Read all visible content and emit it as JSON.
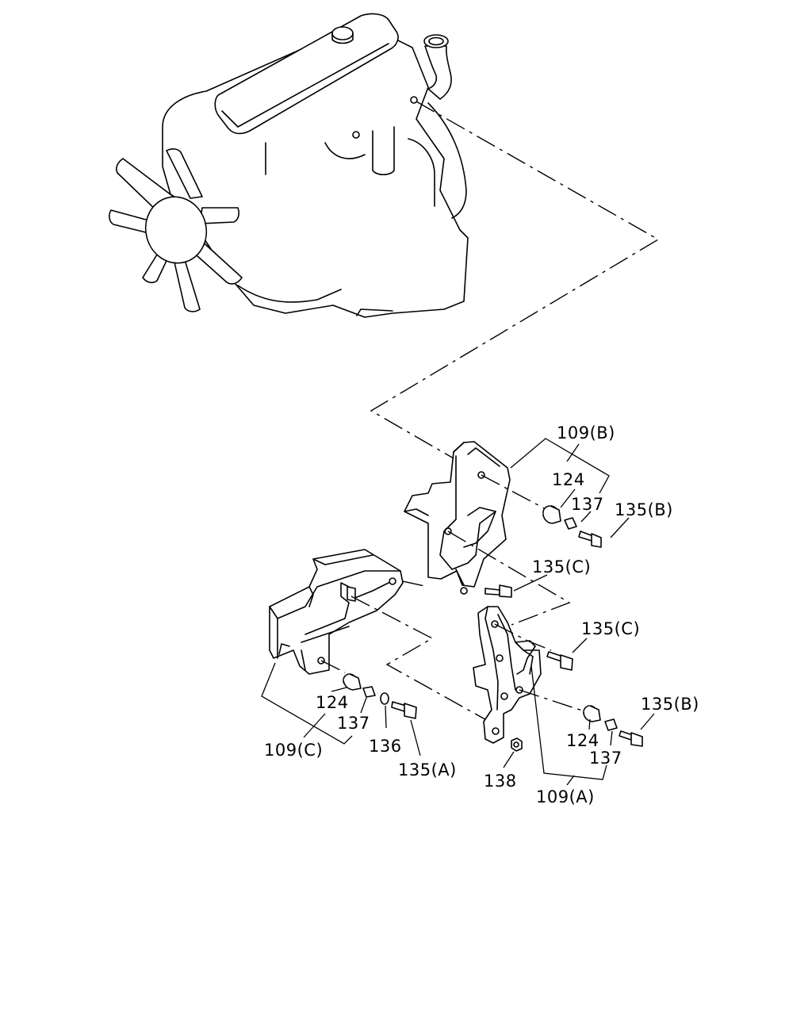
{
  "callouts": {
    "c109B": "109(B)",
    "c124_top": "124",
    "c137_top": "137",
    "c135B_top": "135(B)",
    "c135C_mid": "135(C)",
    "c135C_right": "135(C)",
    "c135B_right": "135(B)",
    "c124_right": "124",
    "c137_right": "137",
    "c109A": "109(A)",
    "c138": "138",
    "c124_left": "124",
    "c137_left": "137",
    "c109C": "109(C)",
    "c136": "136",
    "c135A": "135(A)"
  }
}
